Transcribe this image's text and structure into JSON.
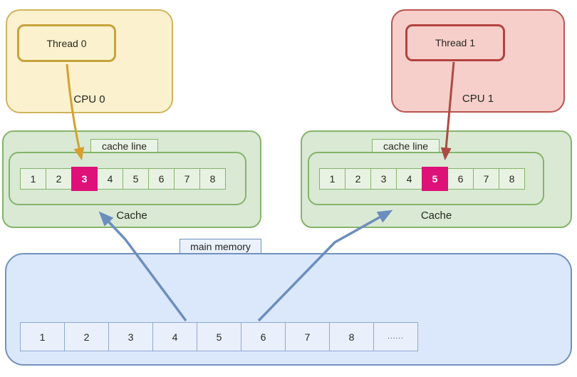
{
  "cpu0": {
    "label": "CPU 0",
    "thread_label": "Thread 0"
  },
  "cpu1": {
    "label": "CPU 1",
    "thread_label": "Thread 1"
  },
  "cache0": {
    "label": "Cache",
    "line_label": "cache line",
    "cells": [
      "1",
      "2",
      "3",
      "4",
      "5",
      "6",
      "7",
      "8"
    ],
    "highlighted_cell": "3"
  },
  "cache1": {
    "label": "Cache",
    "line_label": "cache line",
    "cells": [
      "1",
      "2",
      "3",
      "4",
      "5",
      "6",
      "7",
      "8"
    ],
    "highlighted_cell": "5"
  },
  "memory": {
    "label": "main memory",
    "cells": [
      "1",
      "2",
      "3",
      "4",
      "5",
      "6",
      "7",
      "8",
      "......"
    ]
  },
  "arrows": [
    {
      "name": "thread0-to-cache0-cell3",
      "color": "#D6A02E"
    },
    {
      "name": "thread1-to-cache1-cell5",
      "color": "#AE4A42"
    },
    {
      "name": "memory-to-cache0",
      "color": "#6C8EBF"
    },
    {
      "name": "memory-to-cache1",
      "color": "#6C8EBF"
    }
  ],
  "colors": {
    "yellow-fill": "#FBF1CE",
    "yellow-stroke": "#D2B35C",
    "thread0-stroke": "#C8A33B",
    "red-fill": "#F6CFCB",
    "red-stroke": "#BA5450",
    "thread1-stroke": "#B4423E",
    "green-fill": "#D9E9D4",
    "green-stroke": "#85B46A",
    "green-cell-fill": "#E8F2E3",
    "label-green-fill": "#E9F3E5",
    "blue-fill": "#DBE8FB",
    "blue-stroke": "#7191BE",
    "blue-cell-fill": "#E9F0FC",
    "blue-cell-stroke": "#8FA8CF",
    "label-blue-fill": "#EAF1FD",
    "magenta": "#DD1178",
    "arrow-orange": "#D6A02E",
    "arrow-red": "#AE4A42",
    "arrow-blue": "#6C8EBF",
    "text": "#26281F"
  }
}
